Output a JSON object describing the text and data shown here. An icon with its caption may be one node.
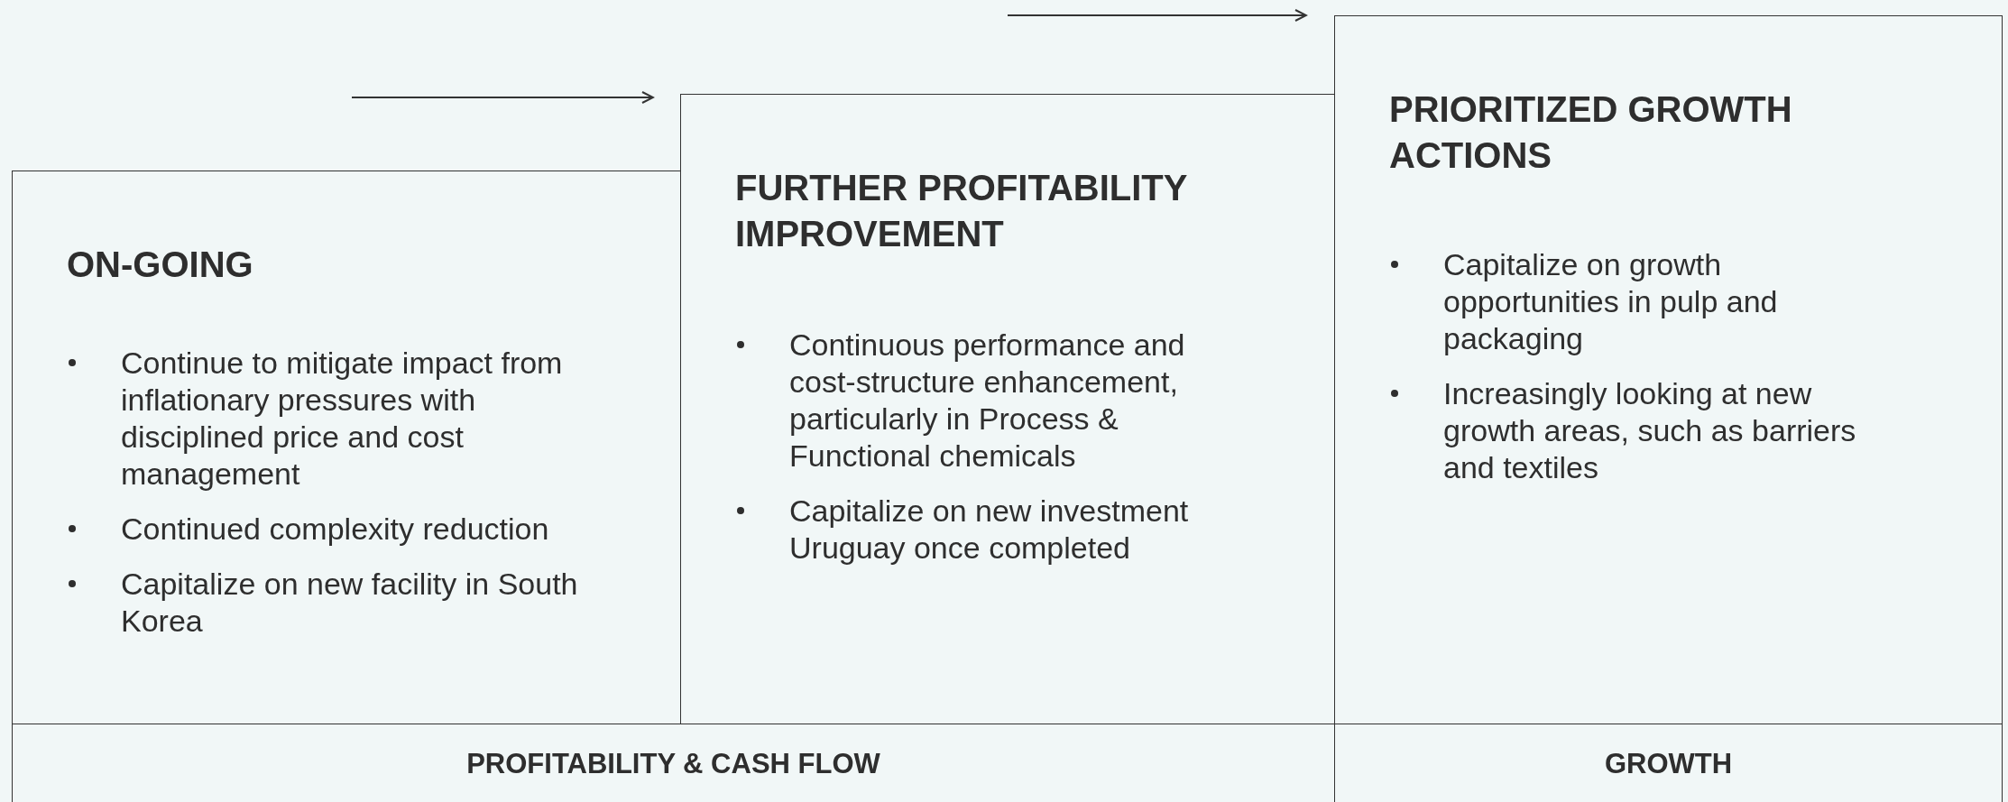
{
  "diagram": {
    "nodes": [
      {
        "text": [
          "ON-GOING",
          "Continue to mitigate impact from inflationary pressures with disciplined price and cost management",
          "Continued complexity reduction",
          "Capitalize on new facility in South Korea"
        ]
      },
      {
        "text": [
          "FURTHER PROFITABILITY IMPROVEMENT",
          "Continuous performance and cost-structure enhancement, particularly in Process & Functional chemicals",
          "Capitalize on new investment Uruguay once completed"
        ]
      },
      {
        "text": [
          "PRIORITIZED GROWTH ACTIONS",
          "Capitalize on growth opportunities in pulp and packaging",
          "Increasingly looking at new growth areas, such as barriers and textiles"
        ]
      },
      {
        "text": [
          "PROFITABILITY & CASH FLOW"
        ]
      },
      {
        "text": [
          "GROWTH"
        ]
      }
    ]
  }
}
